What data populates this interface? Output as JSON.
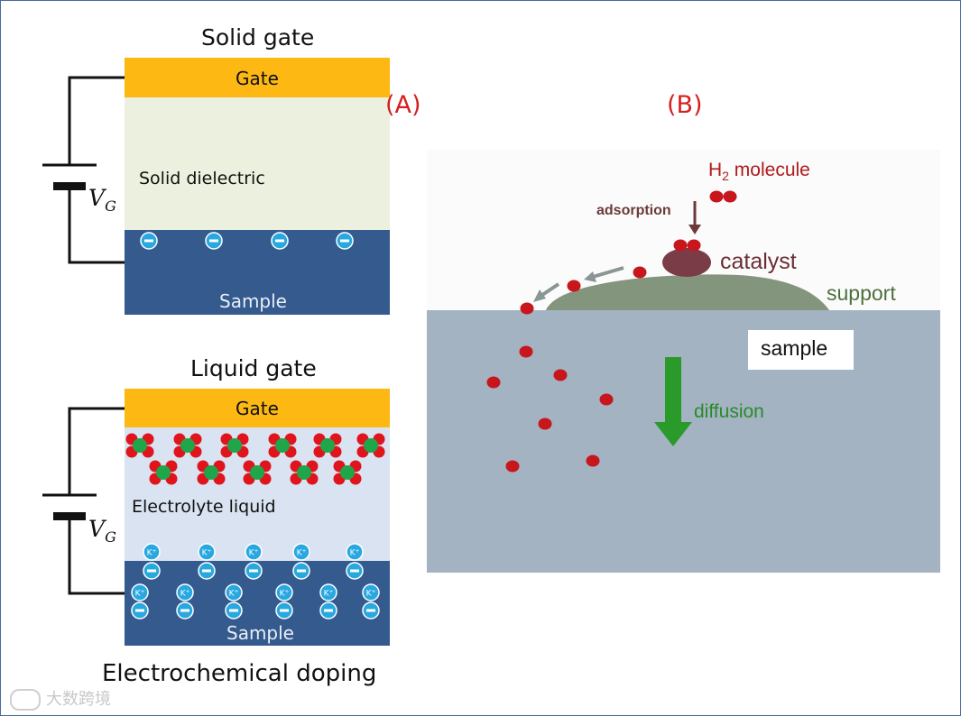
{
  "panel_a": {
    "label": "(A)",
    "solid": {
      "title": "Solid gate",
      "gate": "Gate",
      "dielectric": "Solid dielectric",
      "sample": "Sample",
      "voltage_v": "V",
      "voltage_sub": "G"
    },
    "liquid": {
      "title": "Liquid gate",
      "gate": "Gate",
      "electrolyte": "Electrolyte liquid",
      "sample": "Sample",
      "voltage_v": "V",
      "voltage_sub": "G",
      "ion_label": "K⁺"
    },
    "caption": "Electrochemical doping"
  },
  "panel_b": {
    "label": "(B)",
    "molecule_prefix": "H",
    "molecule_sub": "2",
    "molecule_suffix": " molecule",
    "adsorption": "adsorption",
    "catalyst": "catalyst",
    "support": "support",
    "sample": "sample",
    "diffusion": "diffusion"
  },
  "watermark": "大数跨境",
  "colors": {
    "gate": "#fdb813",
    "dielectric": "#ebf1de",
    "electrolyte": "#dae3f1",
    "sample_block": "#345a8e",
    "ion_blue": "#29a8e0",
    "panel_label": "#d42020",
    "b_background": "#a3b3c2",
    "hydrogen": "#c8161d",
    "catalyst": "#7a3c46",
    "support": "#83957c",
    "diffusion_arrow": "#2a9a2a"
  }
}
